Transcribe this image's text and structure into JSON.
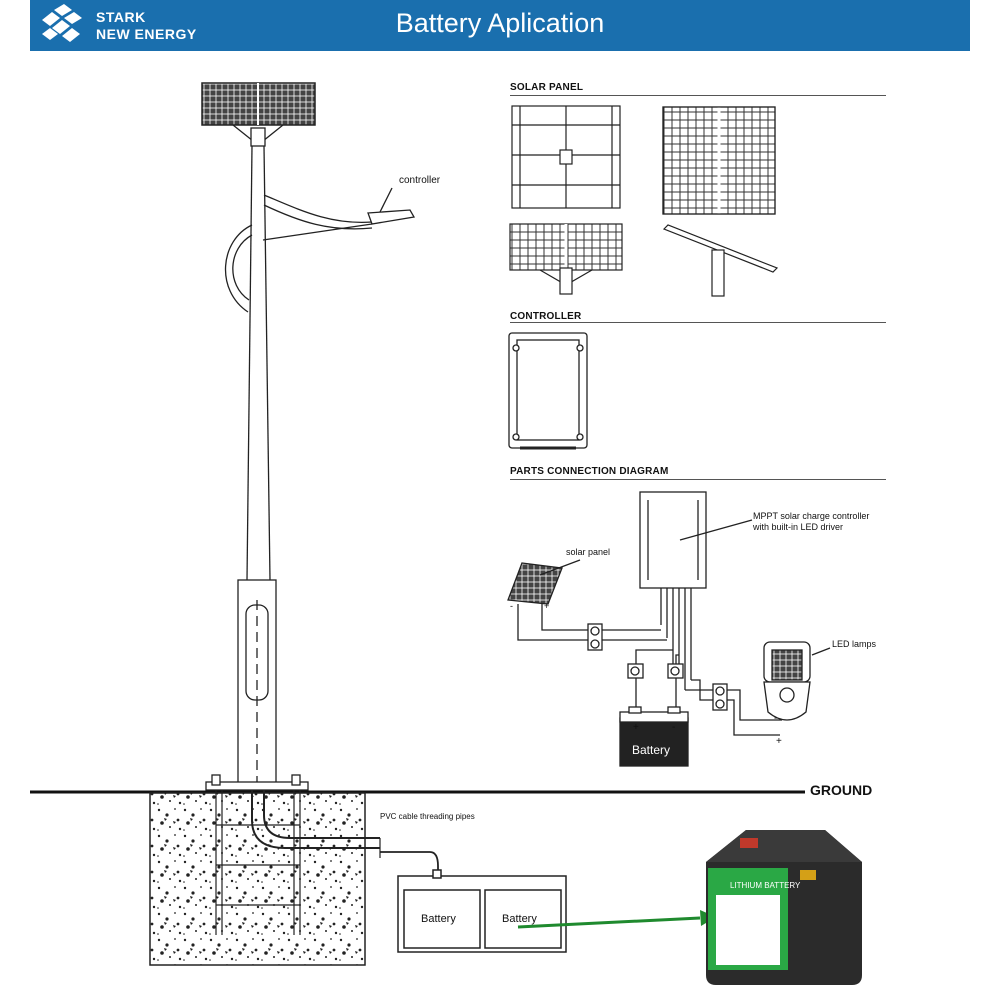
{
  "header": {
    "brand_line1": "STARK",
    "brand_line2": "NEW ENERGY",
    "title": "Battery Aplication",
    "background_color": "#1a6fae"
  },
  "pole_diagram": {
    "controller_label": "controller",
    "ground_label": "GROUND",
    "pvc_label": "PVC cable threading pipes",
    "battery_box_labels": [
      "Battery",
      "Battery"
    ]
  },
  "sections": {
    "solar_panel": "SOLAR PANEL",
    "controller": "CONTROLLER",
    "parts_connection": "PARTS CONNECTION DIAGRAM"
  },
  "connection_diagram": {
    "mppt_label_line1": "MPPT solar charge controller",
    "mppt_label_line2": "with built-in LED driver",
    "solar_panel_label": "solar panel",
    "led_label": "LED lamps",
    "battery_label": "Battery",
    "plus": "+",
    "minus": "-"
  },
  "battery_product": {
    "label": "LITHIUM BATTERY",
    "accent_color": "#2aa845",
    "arrow_color": "#1f8a2e"
  }
}
